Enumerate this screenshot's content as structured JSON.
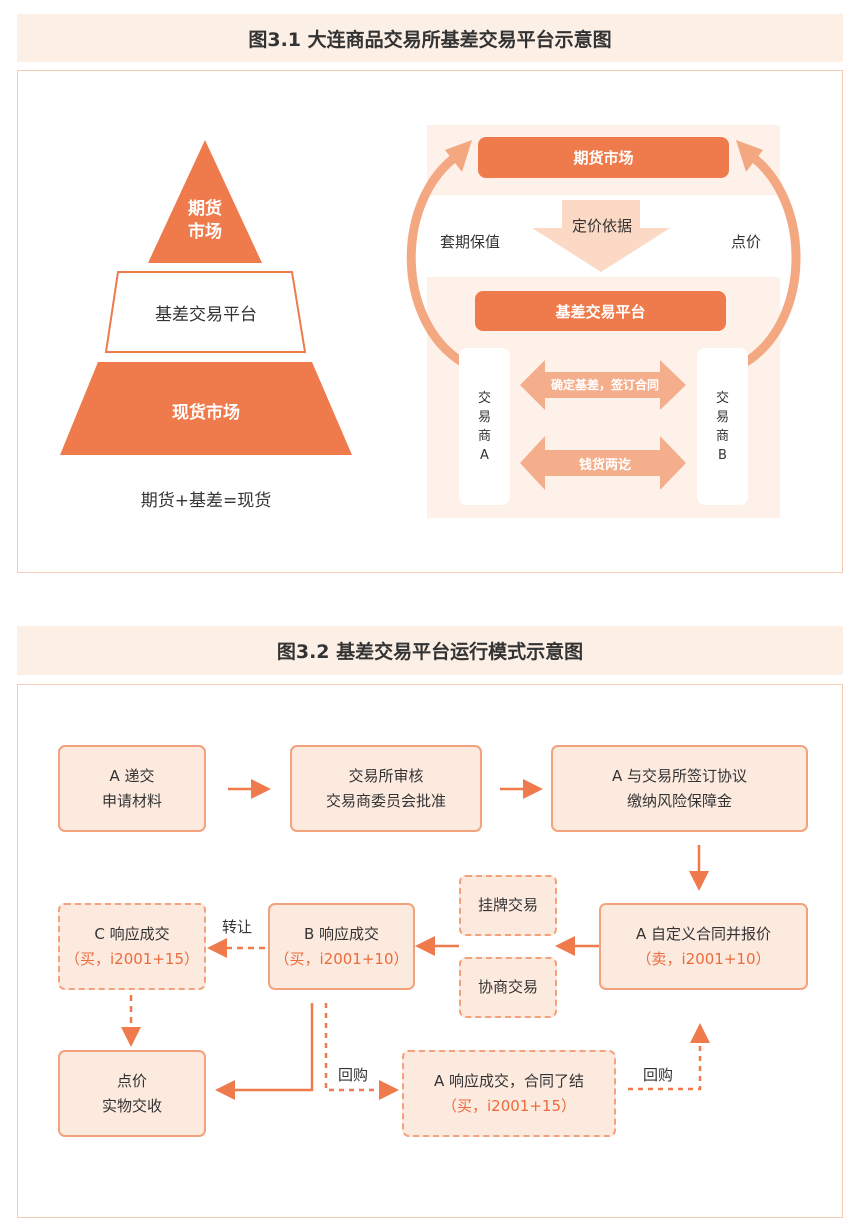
{
  "fig1": {
    "title": "图3.1 大连商品交易所基差交易平台示意图",
    "pyramid": {
      "top": [
        "期货",
        "市场"
      ],
      "middle": "基差交易平台",
      "bottom": "现货市场",
      "formula": "期货+基差=现货"
    },
    "futures_market": "期货市场",
    "pricing_basis": "定价依据",
    "hedging": "套期保值",
    "pricing": "点价",
    "basis_platform": "基差交易平台",
    "trader_a": [
      "交",
      "易",
      "商",
      "A"
    ],
    "trader_b": [
      "交",
      "易",
      "商",
      "B"
    ],
    "arrow_contract": "确定基差，签订合同",
    "arrow_settle": "钱货两讫"
  },
  "fig2": {
    "title": "图3.2 基差交易平台运行模式示意图",
    "step1": [
      "A 递交",
      "申请材料"
    ],
    "step2": [
      "交易所审核",
      "交易商委员会批准"
    ],
    "step3": [
      "A 与交易所签订协议",
      "缴纳风险保障金"
    ],
    "step4": [
      "A 自定义合同并报价",
      "（卖，i2001+10）"
    ],
    "listed": "挂牌交易",
    "negotiated": "协商交易",
    "b_resp": [
      "B 响应成交",
      "（买，i2001+10）"
    ],
    "transfer": "转让",
    "c_resp": [
      "C 响应成交",
      "（买，i2001+15）"
    ],
    "delivery": [
      "点价",
      "实物交收"
    ],
    "buyback1": "回购",
    "a_resp": [
      "A 响应成交，合同了结",
      "（买，i2001+15）"
    ],
    "buyback2": "回购"
  },
  "colors": {
    "accent": "#ef7a4c",
    "light": "#fdeadf",
    "title_bg": "#fcefe6"
  }
}
